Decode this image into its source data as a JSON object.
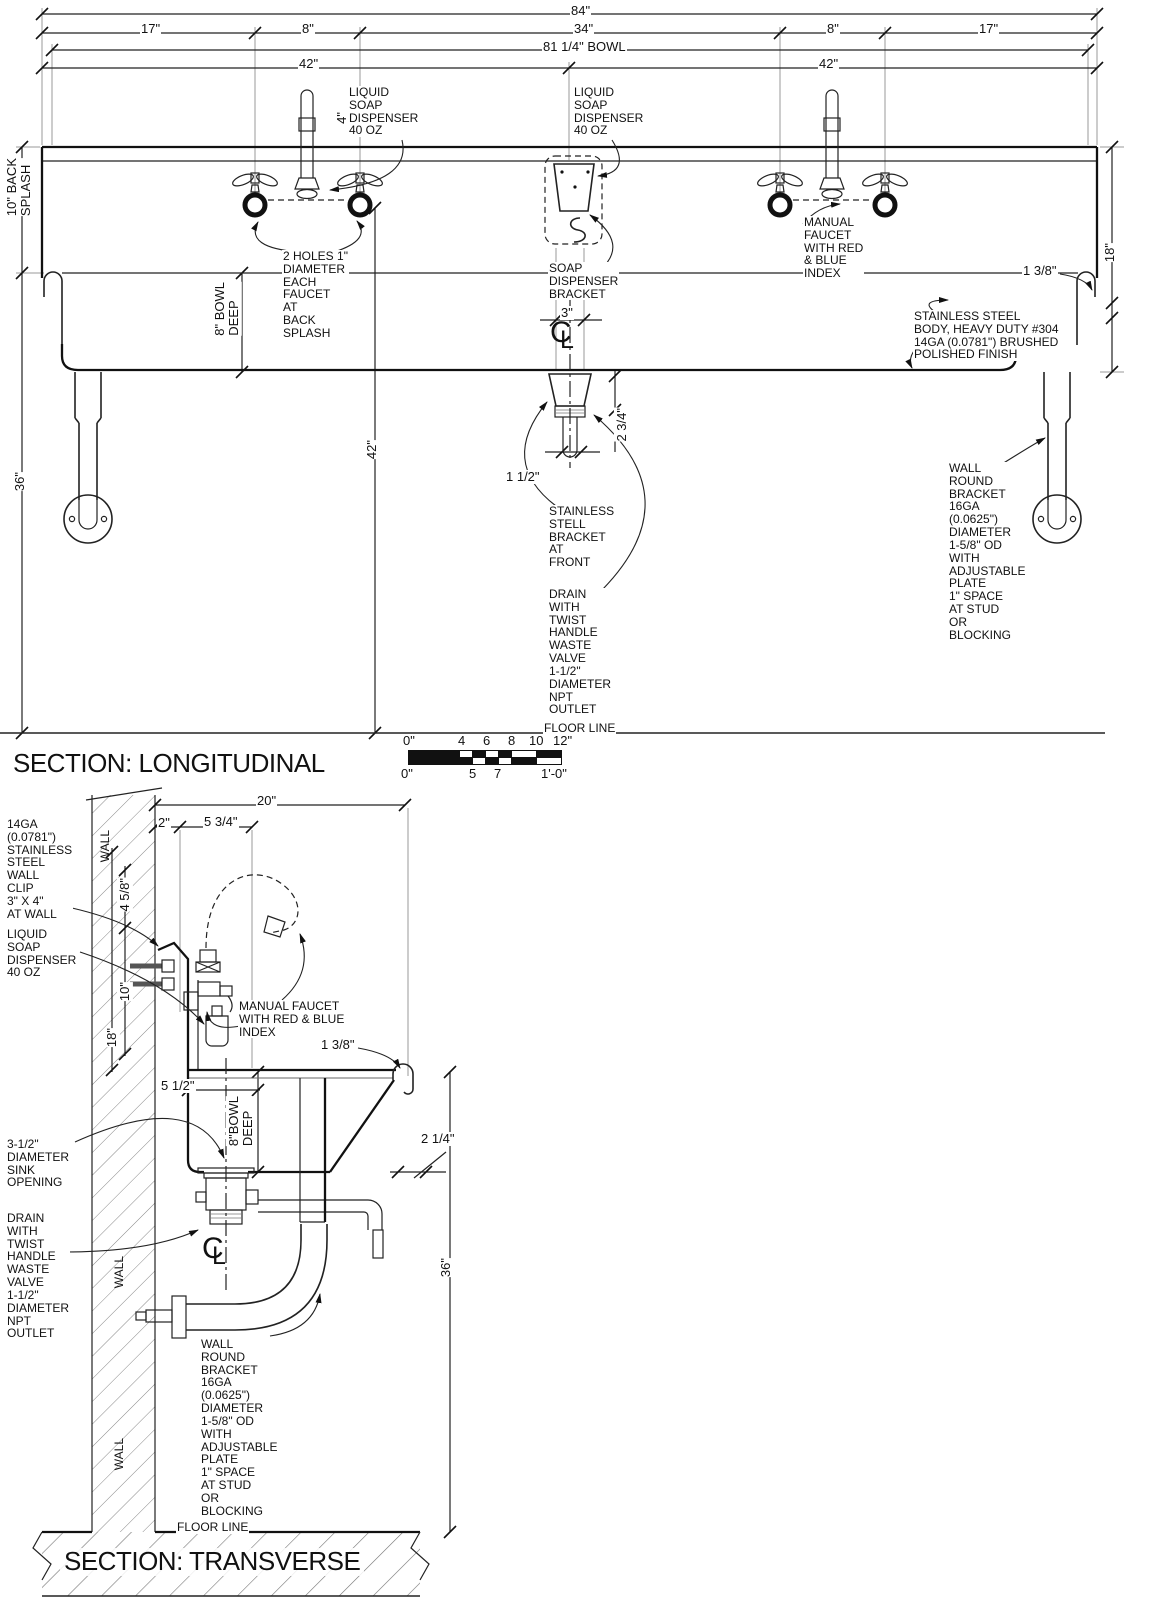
{
  "longitudinal": {
    "title": "SECTION: LONGITUDINAL",
    "dims": {
      "overall": "84\"",
      "left17": "17\"",
      "left8": "8\"",
      "mid34": "34\"",
      "right8": "8\"",
      "right17": "17\"",
      "bowl": "81 1/4\" BOWL",
      "left42": "42\"",
      "right42": "42\"",
      "backsplash": "10\" BACK\nSPLASH",
      "h36": "36\"",
      "bowl_deep": "8\" BOWL\nDEEP",
      "v42": "42\"",
      "v4": "4\"",
      "d3": "3\"",
      "d1_38": "1 3/8\"",
      "v18": "18\"",
      "d1_12": "1 1/2\"",
      "d2_34": "2 3/4\""
    },
    "notes": {
      "soap_left": "LIQUID\nSOAP\nDISPENSER\n40 OZ",
      "soap_mid": "LIQUID\nSOAP\nDISPENSER\n40 OZ",
      "holes": "2 HOLES 1\"\nDIAMETER\nEACH\nFAUCET\nAT\nBACK\nSPLASH",
      "soap_bracket": "SOAP\nDISPENSER\nBRACKET",
      "manual_faucet": "MANUAL\nFAUCET\nWITH RED\n& BLUE\nINDEX",
      "body": "STAINLESS STEEL\nBODY, HEAVY DUTY #304\n14GA (0.0781\") BRUSHED\nPOLISHED FINISH",
      "front_bracket": "STAINLESS\nSTELL\nBRACKET\nAT\nFRONT",
      "drain": "DRAIN\nWITH\nTWIST\nHANDLE\nWASTE\nVALVE\n1-1/2\"\nDIAMETER\nNPT\nOUTLET",
      "wall_bracket": "WALL\nROUND\nBRACKET\n16GA\n(0.0625\")\nDIAMETER\n1-5/8\" OD\nWITH\nADJUSTABLE\nPLATE\n1\" SPACE\nAT STUD\nOR\nBLOCKING",
      "floor_line": "FLOOR LINE"
    }
  },
  "scale_bar": {
    "top_ticks": [
      "0\"",
      "4",
      "6",
      "8",
      "10",
      "12\""
    ],
    "bottom_ticks": [
      "0\"",
      "5",
      "7",
      "1'-0\""
    ]
  },
  "transverse": {
    "title": "SECTION: TRANSVERSE",
    "dims": {
      "d20": "20\"",
      "d2": "2\"",
      "d5_34": "5 3/4\"",
      "v4_58": "4 5/8\"",
      "v10": "10\"",
      "v18": "18\"",
      "d1_38": "1 3/8\"",
      "d5_12": "5 1/2\"",
      "bowl_deep": "8\"BOWL\nDEEP",
      "d2_14": "2 1/4\"",
      "v36": "36\""
    },
    "notes": {
      "wall_clip": "14GA\n(0.0781\")\nSTAINLESS\nSTEEL\nWALL\nCLIP\n3\" X 4\"\nAT WALL",
      "soap": "LIQUID\nSOAP\nDISPENSER\n40 OZ",
      "manual_faucet": "MANUAL FAUCET\nWITH RED & BLUE\nINDEX",
      "sink_opening": "3-1/2\"\nDIAMETER\nSINK\nOPENING",
      "drain": "DRAIN\nWITH\nTWIST\nHANDLE\nWASTE\nVALVE\n1-1/2\"\nDIAMETER\nNPT\nOUTLET",
      "wall_bracket": "WALL\nROUND\nBRACKET\n16GA\n(0.0625\")\nDIAMETER\n1-5/8\" OD\nWITH\nADJUSTABLE\nPLATE\n1\" SPACE\nAT STUD\nOR\nBLOCKING",
      "wall_top": "WALL",
      "wall_mid": "WALL",
      "wall_bottom": "WALL",
      "floor_line": "FLOOR LINE"
    }
  },
  "symbols": {
    "centerline_c": "C",
    "centerline_l": "L"
  },
  "colors": {
    "line": "#222222",
    "extension": "#999999",
    "background": "#ffffff"
  }
}
